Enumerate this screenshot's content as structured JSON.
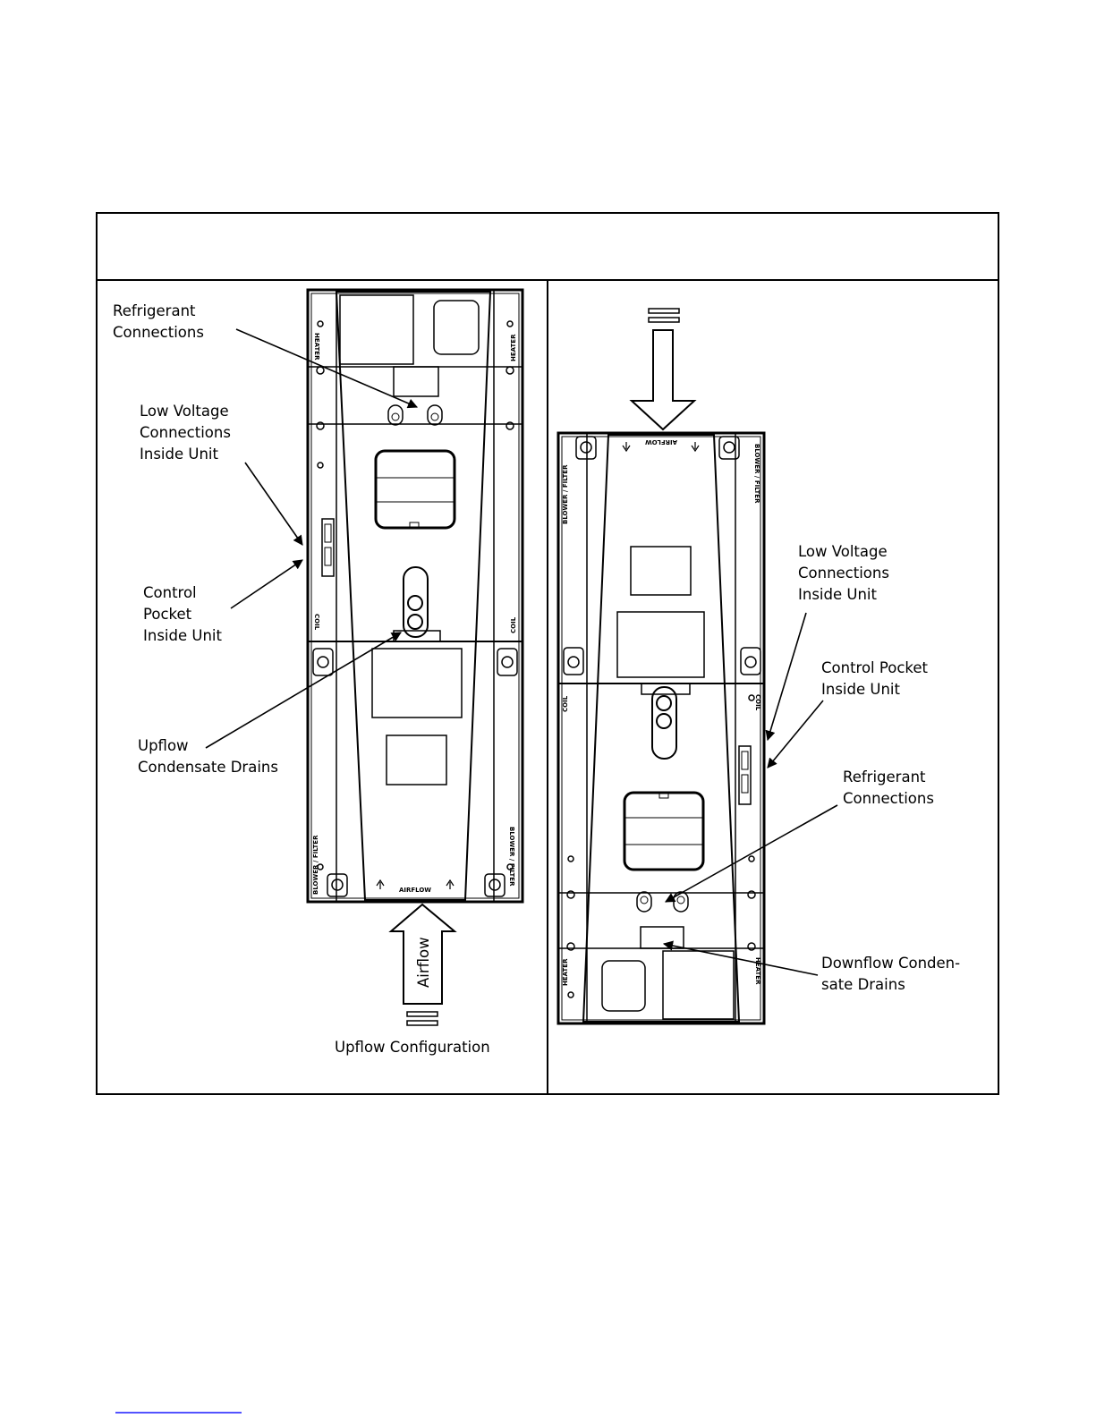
{
  "upflow": {
    "labels": {
      "refrigerant": [
        "Refrigerant",
        "Connections"
      ],
      "low_voltage": [
        "Low Voltage",
        "Connections",
        "Inside Unit"
      ],
      "control_pocket": [
        "Control",
        "Pocket",
        "Inside Unit"
      ],
      "condensate": [
        "Upflow",
        "Condensate  Drains"
      ]
    },
    "airflow_arrow_text": "Airflow",
    "caption": "Upflow Configuration",
    "unit_markings": {
      "heater": "HEATER",
      "coil": "COIL",
      "blower_filter": "BLOWER / FILTER",
      "airflow": "AIRFLOW"
    }
  },
  "downflow": {
    "labels": {
      "low_voltage": [
        "Low Voltage",
        "Connections",
        "Inside Unit"
      ],
      "control_pocket": [
        "Control Pocket",
        "Inside Unit"
      ],
      "refrigerant": [
        "Refrigerant",
        "Connections"
      ],
      "condensate": [
        "Downflow Conden-",
        "sate Drains"
      ]
    },
    "unit_markings": {
      "heater": "HEATER",
      "coil": "COIL",
      "blower_filter": "BLOWER / FILTER",
      "airflow": "AIRFLOW"
    }
  },
  "colors": {
    "line": "#000000",
    "footer_link": "#1a1aff"
  }
}
